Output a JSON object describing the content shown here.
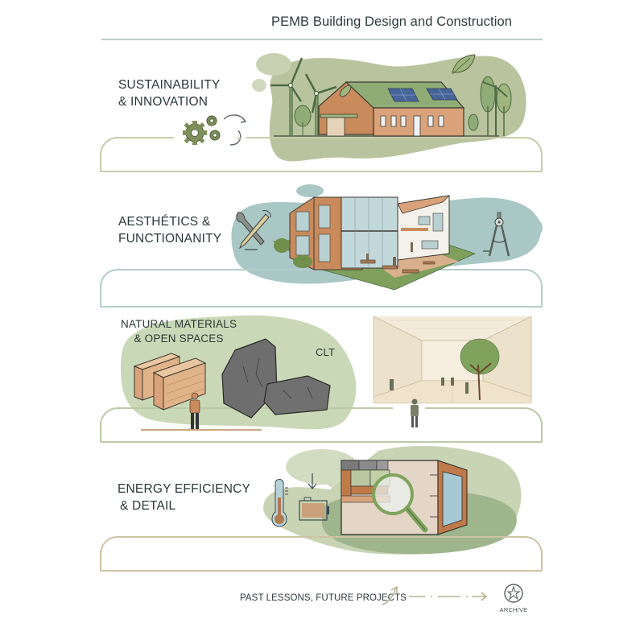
{
  "header": {
    "title": "PEMB Building Design and Construction"
  },
  "sections": [
    {
      "id": "sustainability",
      "label_line1": "SUSTAINABILITY",
      "label_line2": "& INNOVATION",
      "illustration": "wooden house with green roof, solar panels, wind turbines, trees, leaf",
      "icons": [
        "gears-icon",
        "cycle-arrow-icon",
        "leaf-icon",
        "wind-turbine-icon",
        "solar-panel-icon"
      ],
      "accent": "#b9c49f",
      "outline": "#c8ccab"
    },
    {
      "id": "aesthetics",
      "label_line1": "AESTHÉTICS &",
      "label_line2": "FUNCTIONANITY",
      "illustration": "modern two-storey timber and glass building with courtyard",
      "icons": [
        "wrench-icon",
        "pencil-icon",
        "compass-icon"
      ],
      "accent": "#a9c7c5",
      "outline": "#b3ceca"
    },
    {
      "id": "materials",
      "label_line1": "NATURAL MATERIALS",
      "label_line2": "& OPEN SPACES",
      "tag": "CLT",
      "illustration": "timber beams, stone blocks, person; open interior atrium with tree",
      "icons": [
        "timber-beam-icon",
        "stone-block-icon",
        "person-icon",
        "tree-icon"
      ],
      "accent": "#c9d8b6",
      "outline": "#bccaa5"
    },
    {
      "id": "energy",
      "label_line1": "ENERGY EFFICIENCY",
      "label_line2": "& DETAIL",
      "illustration": "wall section detail with magnifying glass, thermometer, battery",
      "icons": [
        "thermometer-icon",
        "battery-icon",
        "down-arrow-icon",
        "magnifier-icon",
        "window-icon"
      ],
      "accent": "#9fb58c",
      "outline": "#cdc4a4"
    }
  ],
  "footer": {
    "caption": "PAST LESSONS, FUTURE PROJECTS",
    "archive_label": "ARCHIVE",
    "archive_icon": "archive-star-icon"
  },
  "colors": {
    "sage": "#b9c49f",
    "teal_blob": "#a9c7c5",
    "light_sage": "#d2dcc0",
    "wood": "#c98a5c",
    "stone": "#6a6a6a",
    "text": "#2b3838",
    "arrow": "#b5b38f"
  }
}
